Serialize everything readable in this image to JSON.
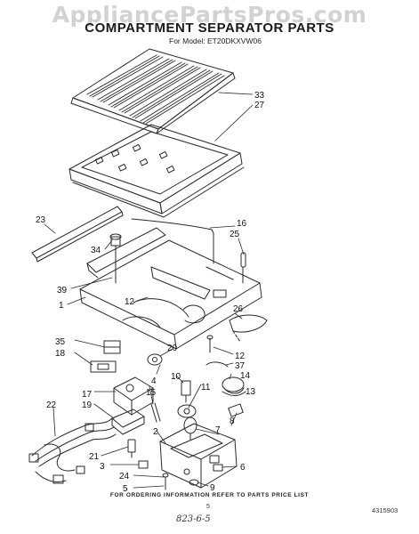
{
  "header": {
    "watermark": "AppliancePartsPros.com",
    "title": "COMPARTMENT SEPARATOR PARTS",
    "model_line": "For Model: ET20DKXVW06"
  },
  "callouts": [
    {
      "id": "c33",
      "label": "33"
    },
    {
      "id": "c27",
      "label": "27"
    },
    {
      "id": "c23",
      "label": "23"
    },
    {
      "id": "c16",
      "label": "16"
    },
    {
      "id": "c25",
      "label": "25"
    },
    {
      "id": "c34",
      "label": "34"
    },
    {
      "id": "c39",
      "label": "39"
    },
    {
      "id": "c1",
      "label": "1"
    },
    {
      "id": "c12a",
      "label": "12"
    },
    {
      "id": "c26",
      "label": "26"
    },
    {
      "id": "c35",
      "label": "35"
    },
    {
      "id": "c18",
      "label": "18"
    },
    {
      "id": "c20",
      "label": "20"
    },
    {
      "id": "c12b",
      "label": "12"
    },
    {
      "id": "c37",
      "label": "37"
    },
    {
      "id": "c4",
      "label": "4"
    },
    {
      "id": "c10",
      "label": "10"
    },
    {
      "id": "c14",
      "label": "14"
    },
    {
      "id": "c11",
      "label": "11"
    },
    {
      "id": "c13",
      "label": "13"
    },
    {
      "id": "c17",
      "label": "17"
    },
    {
      "id": "c15",
      "label": "15"
    },
    {
      "id": "c19",
      "label": "19"
    },
    {
      "id": "c22",
      "label": "22"
    },
    {
      "id": "c8",
      "label": "8"
    },
    {
      "id": "c7",
      "label": "7"
    },
    {
      "id": "c2",
      "label": "2"
    },
    {
      "id": "c21",
      "label": "21"
    },
    {
      "id": "c3",
      "label": "3"
    },
    {
      "id": "c6",
      "label": "6"
    },
    {
      "id": "c24",
      "label": "24"
    },
    {
      "id": "c5",
      "label": "5"
    },
    {
      "id": "c9",
      "label": "9"
    }
  ],
  "footer": {
    "ordering_note": "FOR ORDERING INFORMATION REFER TO PARTS PRICE LIST",
    "page_number": "5",
    "part_number": "4315903",
    "handwritten": "823-6-5"
  }
}
